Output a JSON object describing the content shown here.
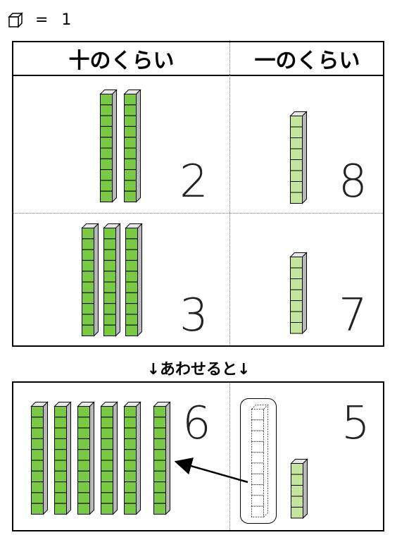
{
  "legend": {
    "unit_icon": "unit-cube-icon",
    "text": "= 1"
  },
  "table": {
    "headers": {
      "tens": "十のくらい",
      "ones": "一のくらい"
    },
    "rows": [
      {
        "tens_rods": 2,
        "tens_digit": "2",
        "ones_cubes": 8,
        "ones_digit": "8"
      },
      {
        "tens_rods": 3,
        "tens_digit": "3",
        "ones_cubes": 7,
        "ones_digit": "7"
      }
    ]
  },
  "combine_label": "↓あわせると↓",
  "result": {
    "tens_rods": 6,
    "tens_digit": "6",
    "ones_cubes": 5,
    "ones_digit": "5",
    "regrouped_cubes": 10
  },
  "colors": {
    "tens_fill": "#7ac943",
    "ones_fill": "#c5e59c",
    "side": "#b9b9b9",
    "top": "#e8e8e8"
  }
}
